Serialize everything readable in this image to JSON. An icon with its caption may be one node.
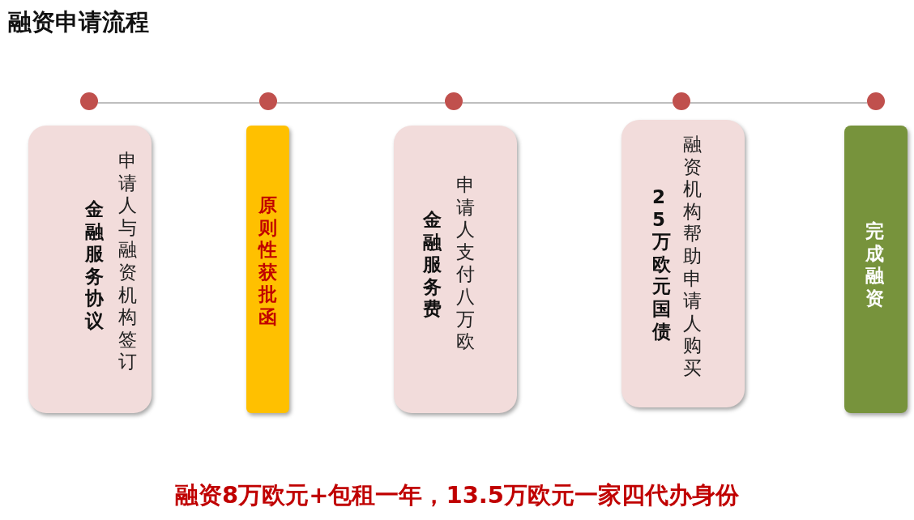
{
  "diagram": {
    "title": "融资申请流程",
    "nodes": [
      {
        "text": [],
        "shape": "circle"
      },
      {
        "text": [],
        "shape": "circle"
      },
      {
        "text": [],
        "shape": "circle"
      },
      {
        "text": [],
        "shape": "circle"
      },
      {
        "text": [],
        "shape": "circle"
      },
      {
        "text": [
          "金融服务协议",
          "申请人与融资机构签订"
        ]
      },
      {
        "text": [
          "原则性获批函"
        ]
      },
      {
        "text": [
          "金融服务费",
          "申请人支付八万欧"
        ]
      },
      {
        "text": [
          "25万欧元国债",
          "融资机构帮助申请人购买"
        ]
      },
      {
        "text": [
          "完成融资"
        ]
      }
    ],
    "edges": [
      {
        "from": 0,
        "to": 1,
        "arrow": "none"
      },
      {
        "from": 1,
        "to": 2,
        "arrow": "none"
      },
      {
        "from": 2,
        "to": 3,
        "arrow": "none"
      },
      {
        "from": 3,
        "to": 4,
        "arrow": "none"
      }
    ],
    "caption": "融资8万欧元+包租一年，13.5万欧元一家四代办身份"
  }
}
